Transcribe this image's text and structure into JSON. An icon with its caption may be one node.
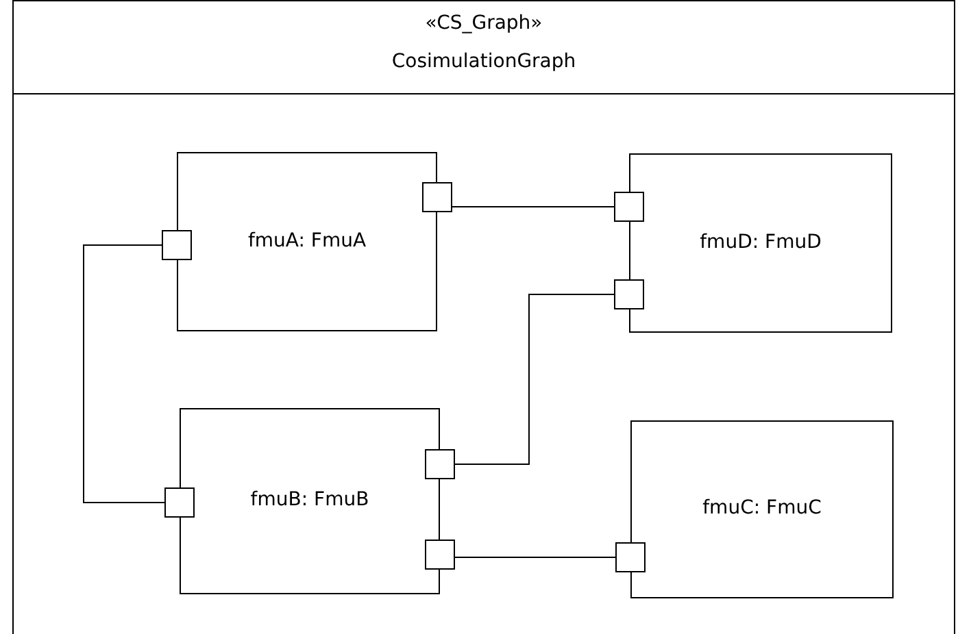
{
  "diagram": {
    "nodes": [
      {
        "text": [
          "«CS_Graph»",
          "CosimulationGraph"
        ]
      },
      {
        "text": [
          "fmuA: FmuA"
        ],
        "in": 0
      },
      {
        "text": [
          "fmuD: FmuD"
        ],
        "in": 0
      },
      {
        "text": [
          "fmuB: FmuB"
        ],
        "in": 0
      },
      {
        "text": [
          "fmuC: FmuC"
        ],
        "in": 0
      },
      {
        "text": [],
        "shape": "box",
        "in": 0
      },
      {
        "text": [],
        "shape": "box",
        "in": 0
      },
      {
        "text": [],
        "shape": "box",
        "in": 0
      },
      {
        "text": [],
        "shape": "box",
        "in": 0
      },
      {
        "text": [],
        "shape": "box",
        "in": 0
      },
      {
        "text": [],
        "shape": "box",
        "in": 0
      },
      {
        "text": [],
        "shape": "box",
        "in": 0
      },
      {
        "text": [],
        "shape": "box",
        "in": 0
      }
    ],
    "edges": [
      {
        "from": 5,
        "to": 6,
        "arrow": "none"
      },
      {
        "from": 7,
        "to": 10,
        "arrow": "none"
      },
      {
        "from": 9,
        "to": 8,
        "arrow": "none"
      },
      {
        "from": 11,
        "to": 12,
        "arrow": "none"
      }
    ]
  }
}
